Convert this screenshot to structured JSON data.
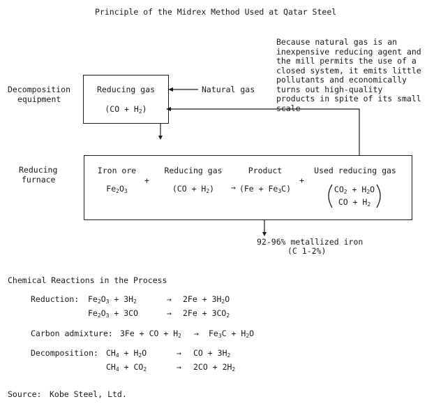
{
  "title": "Principle of the Midrex Method Used at Qatar Steel",
  "note": "Because natural gas is an inexpensive reducing agent and the mill permits the use of a closed system, it emits little pollutants and economically turns out high-quality products in spite of its small scale",
  "decomposition": {
    "label_line1": "Decomposition",
    "label_line2": "equipment",
    "gas_label": "Reducing gas",
    "gas_formula": {
      "a": "(CO + H",
      "sub": "2",
      "b": ")"
    },
    "natural_gas": "Natural gas"
  },
  "furnace": {
    "label_line1": "Reducing",
    "label_line2": "furnace",
    "iron_ore": "Iron ore",
    "iron_ore_formula": {
      "a": "Fe",
      "s1": "2",
      "b": "O",
      "s2": "3"
    },
    "plus": "+",
    "arrow": "→",
    "reducing_gas": "Reducing gas",
    "reducing_gas_formula": {
      "a": "(CO + H",
      "sub": "2",
      "b": ")"
    },
    "product": "Product",
    "product_formula": {
      "a": "(Fe + Fe",
      "sub": "3",
      "b": "C)"
    },
    "used_gas": "Used reducing gas",
    "used_gas_line1": {
      "a": "CO",
      "s1": "2",
      "b": " + H",
      "s2": "2",
      "c": "O"
    },
    "used_gas_line2": {
      "a": "CO + H",
      "sub": "2"
    }
  },
  "output": {
    "line1": "92-96% metallized iron",
    "line2": "(C 1-2%)"
  },
  "reactions": {
    "heading": "Chemical Reactions in the Process",
    "arrow": "→",
    "plus": "+",
    "reduction_label": "Reduction:",
    "carbon_label": "Carbon admixture:",
    "decomposition_label": "Decomposition:"
  },
  "source": {
    "label": "Source:",
    "value": "Kobe Steel, Ltd."
  }
}
